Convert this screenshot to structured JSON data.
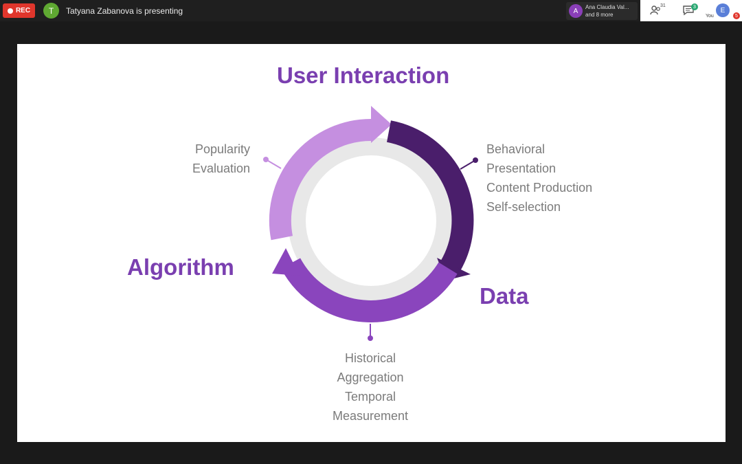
{
  "meeting": {
    "rec_label": "REC",
    "presenter_initial": "T",
    "presenting_text": "Tatyana Zabanova is presenting",
    "participants_initial": "A",
    "participants_line1": "Ana Claudia Val...",
    "participants_line2": "and 8 more",
    "people_count": "31",
    "chat_badge": "3",
    "you_initial": "E",
    "you_label": "You",
    "you_badge": "5"
  },
  "slide": {
    "title_top": "User Interaction",
    "title_left": "Algorithm",
    "title_right": "Data",
    "popularity": [
      "Popularity",
      "Evaluation"
    ],
    "behavioral": [
      "Behavioral",
      "Presentation",
      "Content Production",
      "Self-selection"
    ],
    "historical": [
      "Historical",
      "Aggregation",
      "Temporal",
      "Measurement"
    ]
  },
  "colors": {
    "accent": "#7a3fb0",
    "arc_light": "#c58fe0",
    "arc_dark": "#4a1e6b",
    "arc_mid": "#8a45bd",
    "text_gray": "#7b7b7b"
  }
}
